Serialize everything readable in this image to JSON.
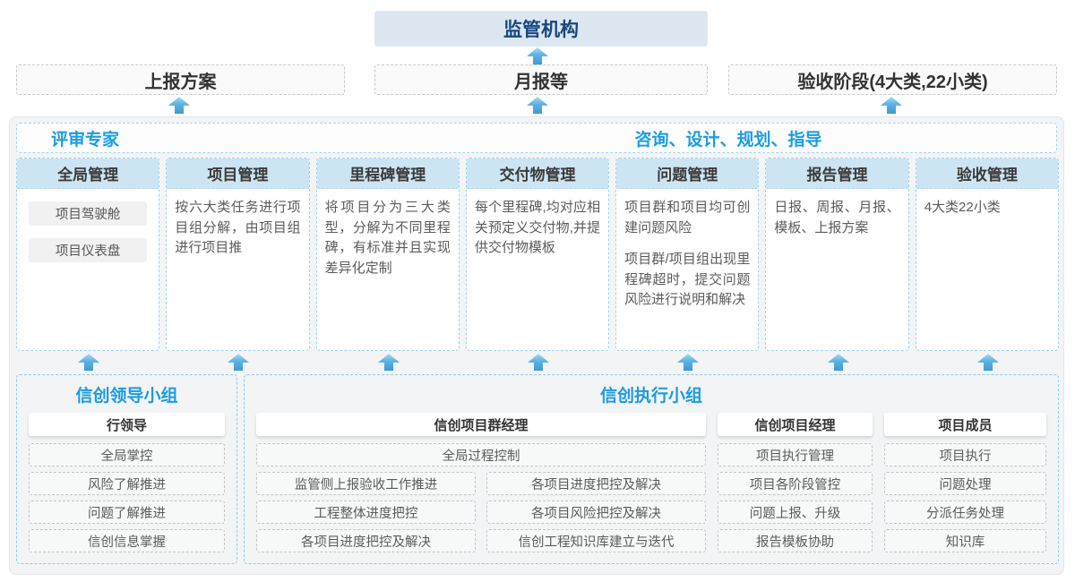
{
  "colors": {
    "accent_blue": "#1b9ce0",
    "regulator_navy": "#17477f",
    "regulator_bg": "#dce7f2",
    "module_header_bg": "#cde4f3",
    "dashed_blue_border": "#9fd2ec",
    "arrow_blue": "#3e9ad6",
    "container_bg": "#f3f4f5"
  },
  "top": {
    "regulator": "监管机构",
    "channels": [
      {
        "label": "上报方案"
      },
      {
        "label": "月报等"
      },
      {
        "label": "验收阶段(4大类,22小类)"
      }
    ]
  },
  "platform": {
    "left_title": "评审专家",
    "right_title": "咨询、设计、规划、指导",
    "modules": [
      {
        "title": "全局管理",
        "chips": [
          "项目驾驶舱",
          "项目仪表盘"
        ]
      },
      {
        "title": "项目管理",
        "paragraphs": [
          "按六大类任务进行项目组分解，由项目组进行项目推"
        ]
      },
      {
        "title": "里程碑管理",
        "paragraphs": [
          "将项目分为三大类型，分解为不同里程碑，有标准并且实现差异化定制"
        ]
      },
      {
        "title": "交付物管理",
        "paragraphs": [
          "每个里程碑,均对应相关预定义交付物,并提供交付物模板"
        ]
      },
      {
        "title": "问题管理",
        "paragraphs": [
          "项目群和项目均可创建问题风险",
          "项目群/项目组出现里程碑超时，提交问题风险进行说明和解决"
        ]
      },
      {
        "title": "报告管理",
        "paragraphs": [
          "日报、周报、月报、模板、上报方案"
        ]
      },
      {
        "title": "验收管理",
        "paragraphs": [
          "4大类22小类"
        ]
      }
    ]
  },
  "teams": {
    "leader_group": {
      "title": "信创领导小组",
      "role": "行领导",
      "items": [
        "全局掌控",
        "风险了解推进",
        "问题了解推进",
        "信创信息掌握"
      ]
    },
    "exec_group": {
      "title": "信创执行小组",
      "program_manager": {
        "role": "信创项目群经理",
        "full_item": "全局过程控制",
        "left_items": [
          "监管侧上报验收工作推进",
          "工程整体进度把控",
          "各项目进度把控及解决"
        ],
        "right_items": [
          "各项目进度把控及解决",
          "各项目风险把控及解决",
          "信创工程知识库建立与迭代"
        ]
      },
      "project_manager": {
        "role": "信创项目经理",
        "items": [
          "项目执行管理",
          "项目各阶段管控",
          "问题上报、升级",
          "报告模板协助"
        ]
      },
      "member": {
        "role": "项目成员",
        "items": [
          "项目执行",
          "问题处理",
          "分派任务处理",
          "知识库"
        ]
      }
    }
  }
}
